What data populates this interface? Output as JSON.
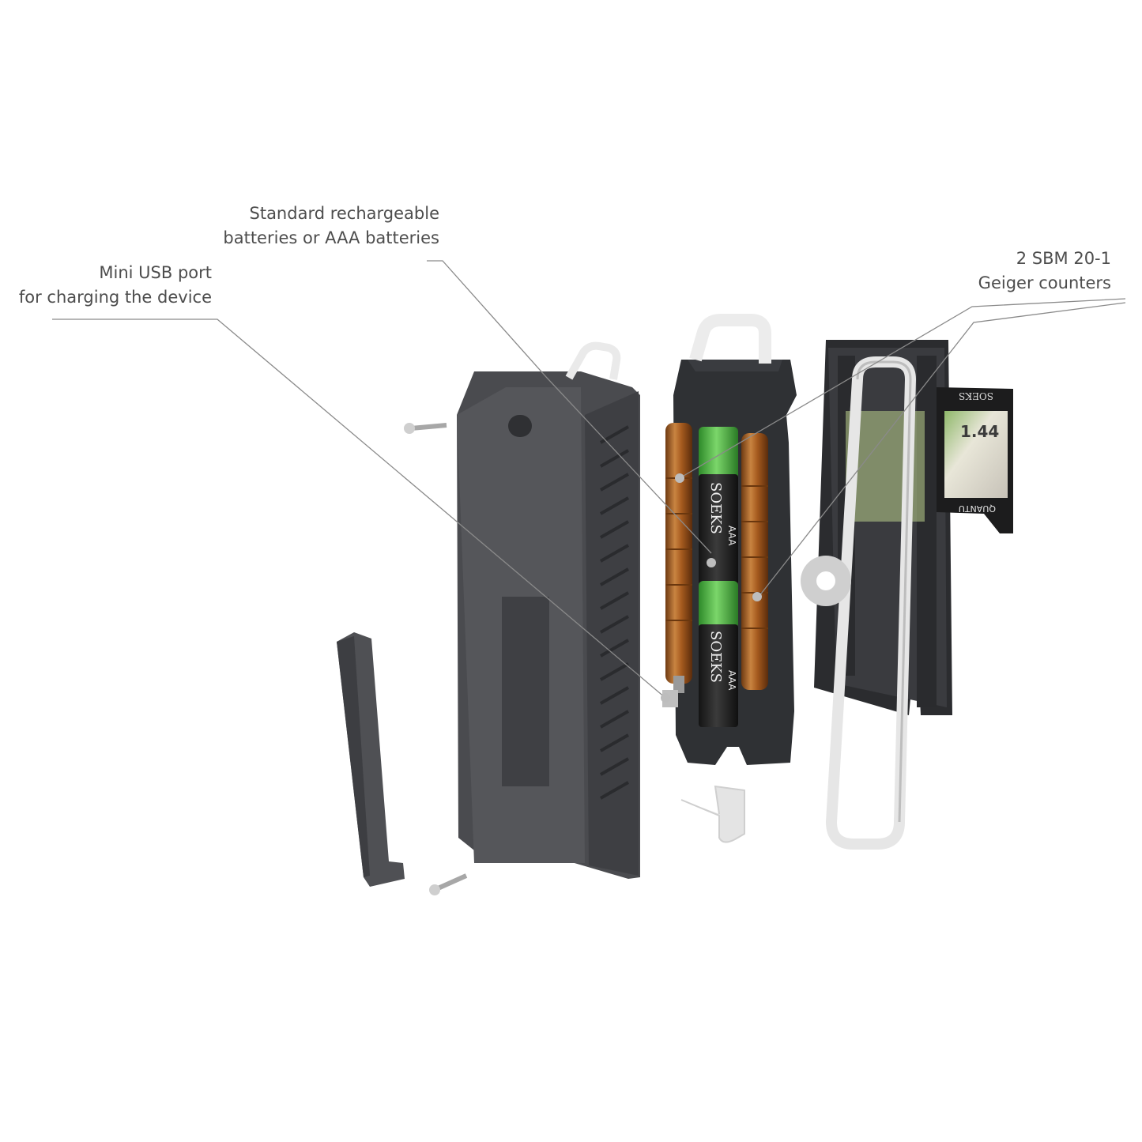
{
  "callouts": {
    "batteries": {
      "line1": "Standard rechargeable",
      "line2": "batteries or AAA batteries"
    },
    "usb": {
      "line1": "Mini USB port",
      "line2": "for charging the device"
    },
    "geiger": {
      "line1": "2 SBM 20-1",
      "line2": "Geiger counters"
    }
  },
  "battery_cells": [
    {
      "brand": "SOEKS",
      "size": "AAA"
    },
    {
      "brand": "SOEKS",
      "size": "AAA"
    }
  ],
  "display": {
    "brand": "SOEKS",
    "reading": "1.44",
    "model": "QUANTU"
  },
  "colors": {
    "housing": "#4a4b4f",
    "pcb": "#2f3134",
    "tube_copper": "#b56a2a",
    "battery_green": "#3fae3a",
    "clip_white": "#e9e9e9",
    "leader_line": "#8a8a8a",
    "label_text": "#4d4d4d"
  }
}
